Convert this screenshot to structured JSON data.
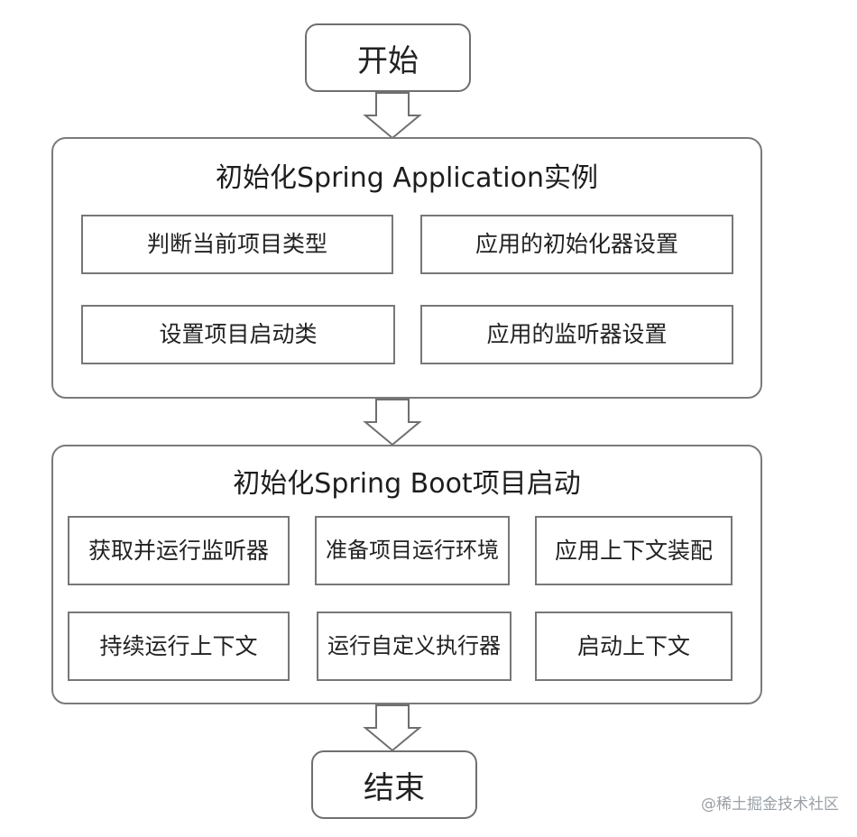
{
  "start": "开始",
  "end": "结束",
  "group1": {
    "title": "初始化Spring Application实例",
    "steps": [
      "判断当前项目类型",
      "应用的初始化器设置",
      "应用的监听器设置",
      "设置项目启动类"
    ]
  },
  "group2": {
    "title": "初始化Spring Boot项目启动",
    "steps": [
      "获取并运行监听器",
      "准备项目运行环境",
      "应用上下文装配",
      "启动上下文",
      "运行自定义执行器",
      "持续运行上下文"
    ]
  },
  "watermark": "@稀土掘金技术社区",
  "colors": {
    "border": "#777777",
    "text": "#222222",
    "watermark": "#9aa0a6"
  }
}
